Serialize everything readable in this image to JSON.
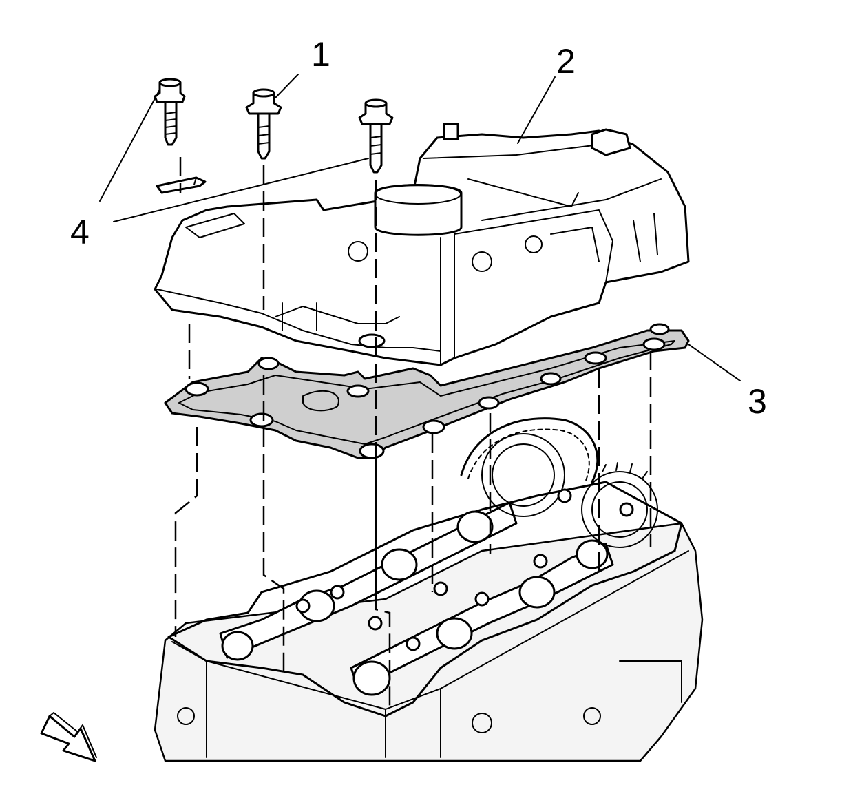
{
  "callouts": {
    "c1": "1",
    "c2": "2",
    "c3": "3",
    "c4": "4"
  },
  "icons": {
    "view_arrow": "view-direction-arrow"
  }
}
